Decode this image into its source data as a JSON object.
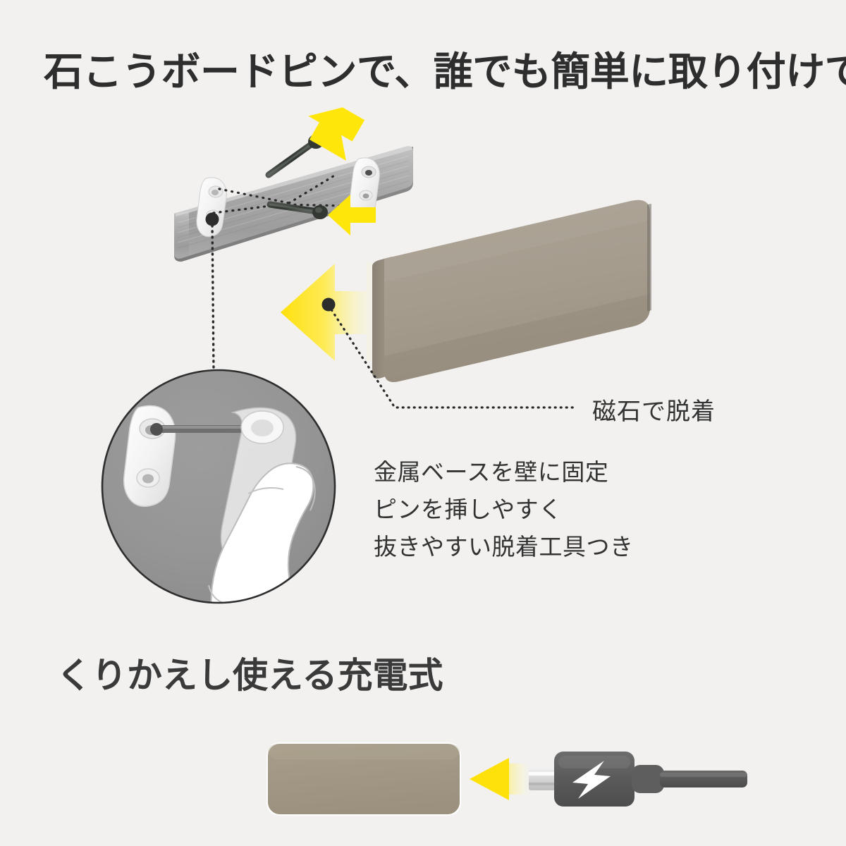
{
  "meta": {
    "background_color": "#f2f1ef",
    "text_color": "#333333",
    "accent_yellow": "#ffe60a",
    "product_color": "#a59c8e",
    "product_color_bottom": "#a59784",
    "metal_plate_color": "#a8a8a8",
    "connector_color": "#5b5b5b"
  },
  "headline": {
    "text": "石こうボードピンで、誰でも簡単に取り付けできる。"
  },
  "callouts": {
    "magnet_label": "磁石で脱着"
  },
  "features": {
    "line1": "金属ベースを壁に固定",
    "line2": "ピンを挿しやすく",
    "line3": "抜きやすい脱着工具つき"
  },
  "section_recharge": {
    "heading": "くりかえし使える充電式"
  },
  "icons": {
    "arrow_pin_top": "arrow-down-left-icon",
    "arrow_pin_right": "arrow-left-icon",
    "arrow_magnet": "arrow-left-large-icon",
    "arrow_charge": "arrow-left-gradient-icon",
    "bolt": "lightning-bolt-icon",
    "magnifier": "magnifier-circle-icon"
  },
  "parts": {
    "metal_plate": "metal-base-plate",
    "pin_mount_left": "pin-mount-left",
    "pin_mount_right": "pin-mount-right",
    "pin_upper": "wall-pin-upper",
    "pin_lower": "wall-pin-lower",
    "product_bar": "light-bar-product",
    "product_bar_bottom": "light-bar-product-bottom",
    "charge_cable": "charging-cable",
    "hand": "hand-illustration"
  }
}
